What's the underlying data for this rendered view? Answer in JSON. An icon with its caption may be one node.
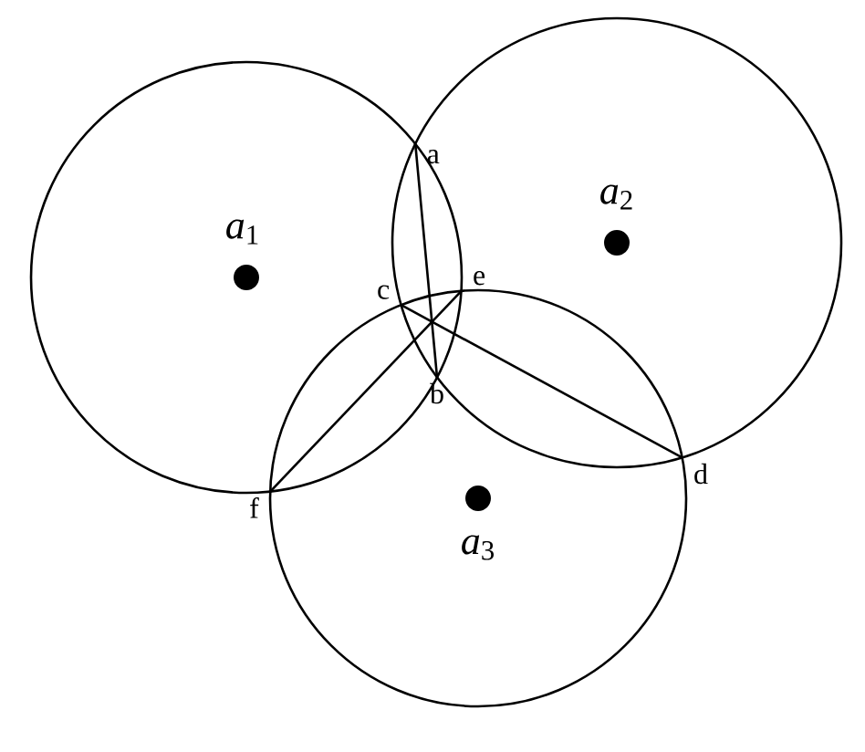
{
  "diagram": {
    "nodes": [
      {
        "text": [
          "*a*$_{1}$"
        ]
      },
      {
        "text": [
          "*a*$_{2}$"
        ]
      },
      {
        "text": [
          "*a*$_{3}$"
        ]
      },
      {
        "text": [
          "a"
        ]
      },
      {
        "text": [
          "c"
        ]
      },
      {
        "text": [
          "e"
        ]
      },
      {
        "text": [
          "b"
        ]
      },
      {
        "text": [
          "d"
        ]
      },
      {
        "text": [
          "f"
        ]
      }
    ],
    "edges": [
      {
        "from": 3,
        "to": 6,
        "arrow": "none"
      },
      {
        "from": 4,
        "to": 7,
        "arrow": "none"
      },
      {
        "from": 5,
        "to": 8,
        "arrow": "none"
      }
    ]
  }
}
